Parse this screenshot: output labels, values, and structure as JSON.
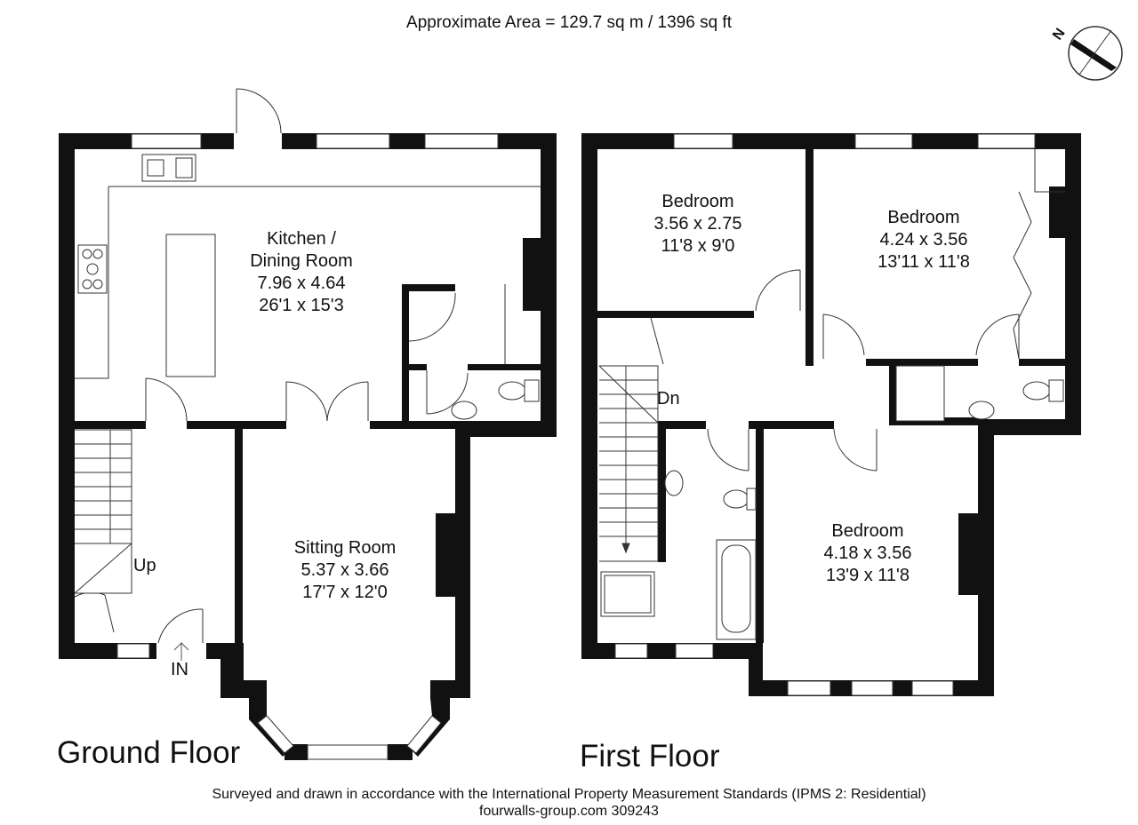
{
  "header": {
    "area_text": "Approximate Area = 129.7 sq m / 1396 sq ft"
  },
  "compass": {
    "north_label": "N"
  },
  "floors": [
    {
      "title": "Ground Floor"
    },
    {
      "title": "First Floor"
    }
  ],
  "rooms": {
    "kitchen": {
      "name_line1": "Kitchen /",
      "name_line2": "Dining Room",
      "metric": "7.96 x 4.64",
      "imperial": "26'1 x 15'3"
    },
    "sitting": {
      "name": "Sitting Room",
      "metric": "5.37 x 3.66",
      "imperial": "17'7 x 12'0"
    },
    "bedroom1": {
      "name": "Bedroom",
      "metric": "3.56 x 2.75",
      "imperial": "11'8 x 9'0"
    },
    "bedroom2": {
      "name": "Bedroom",
      "metric": "4.24 x 3.56",
      "imperial": "13'11 x 11'8"
    },
    "bedroom3": {
      "name": "Bedroom",
      "metric": "4.18 x 3.56",
      "imperial": "13'9 x 11'8"
    }
  },
  "labels": {
    "stairs_up": "Up",
    "stairs_down": "Dn",
    "entrance": "IN"
  },
  "footer": {
    "line1": "Surveyed and drawn in accordance with the International Property Measurement Standards (IPMS 2: Residential)",
    "line2": "fourwalls-group.com 309243"
  }
}
